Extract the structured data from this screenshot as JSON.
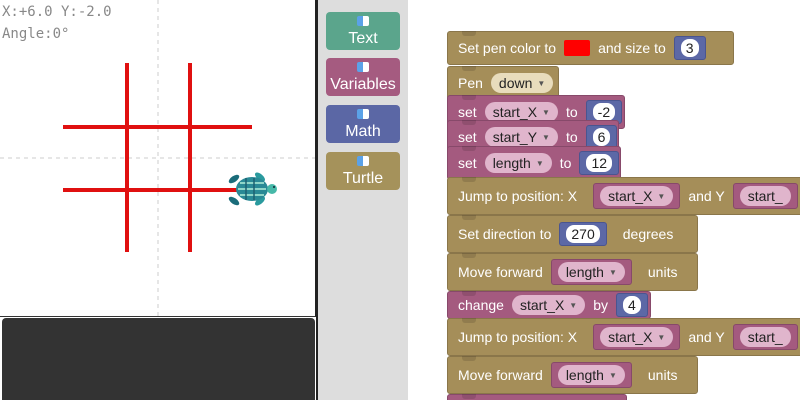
{
  "canvas": {
    "position_readout": "X:+6.0 Y:-2.0",
    "angle_readout": "Angle:0°",
    "pen_color": "#ff0000"
  },
  "toolbox": {
    "categories": [
      {
        "label": "Text",
        "color": "#5ba58c"
      },
      {
        "label": "Variables",
        "color": "#a55b80"
      },
      {
        "label": "Math",
        "color": "#5b67a5"
      },
      {
        "label": "Turtle",
        "color": "#a5925b"
      }
    ]
  },
  "blocks": {
    "b1": {
      "prefix": "Set pen color to",
      "color": "#ff0000",
      "mid": "and size to",
      "size": "3"
    },
    "b2": {
      "prefix": "Pen",
      "option": "down"
    },
    "b3": {
      "set": "set",
      "var": "start_X",
      "to": "to",
      "value": "-2"
    },
    "b4": {
      "set": "set",
      "var": "start_Y",
      "to": "to",
      "value": "6"
    },
    "b5": {
      "set": "set",
      "var": "length",
      "to": "to",
      "value": "12"
    },
    "b6": {
      "prefix": "Jump to position: X",
      "x_var": "start_X",
      "and_y": "and Y",
      "y_var": "start_"
    },
    "b7": {
      "prefix": "Set direction to",
      "value": "270",
      "suffix": "degrees"
    },
    "b8": {
      "prefix": "Move forward",
      "var": "length",
      "suffix": "units"
    },
    "b9": {
      "change": "change",
      "var": "start_X",
      "by": "by",
      "value": "4"
    },
    "b10": {
      "prefix": "Jump to position: X",
      "x_var": "start_X",
      "and_y": "and Y",
      "y_var": "start_"
    },
    "b11": {
      "prefix": "Move forward",
      "var": "length",
      "suffix": "units"
    }
  }
}
